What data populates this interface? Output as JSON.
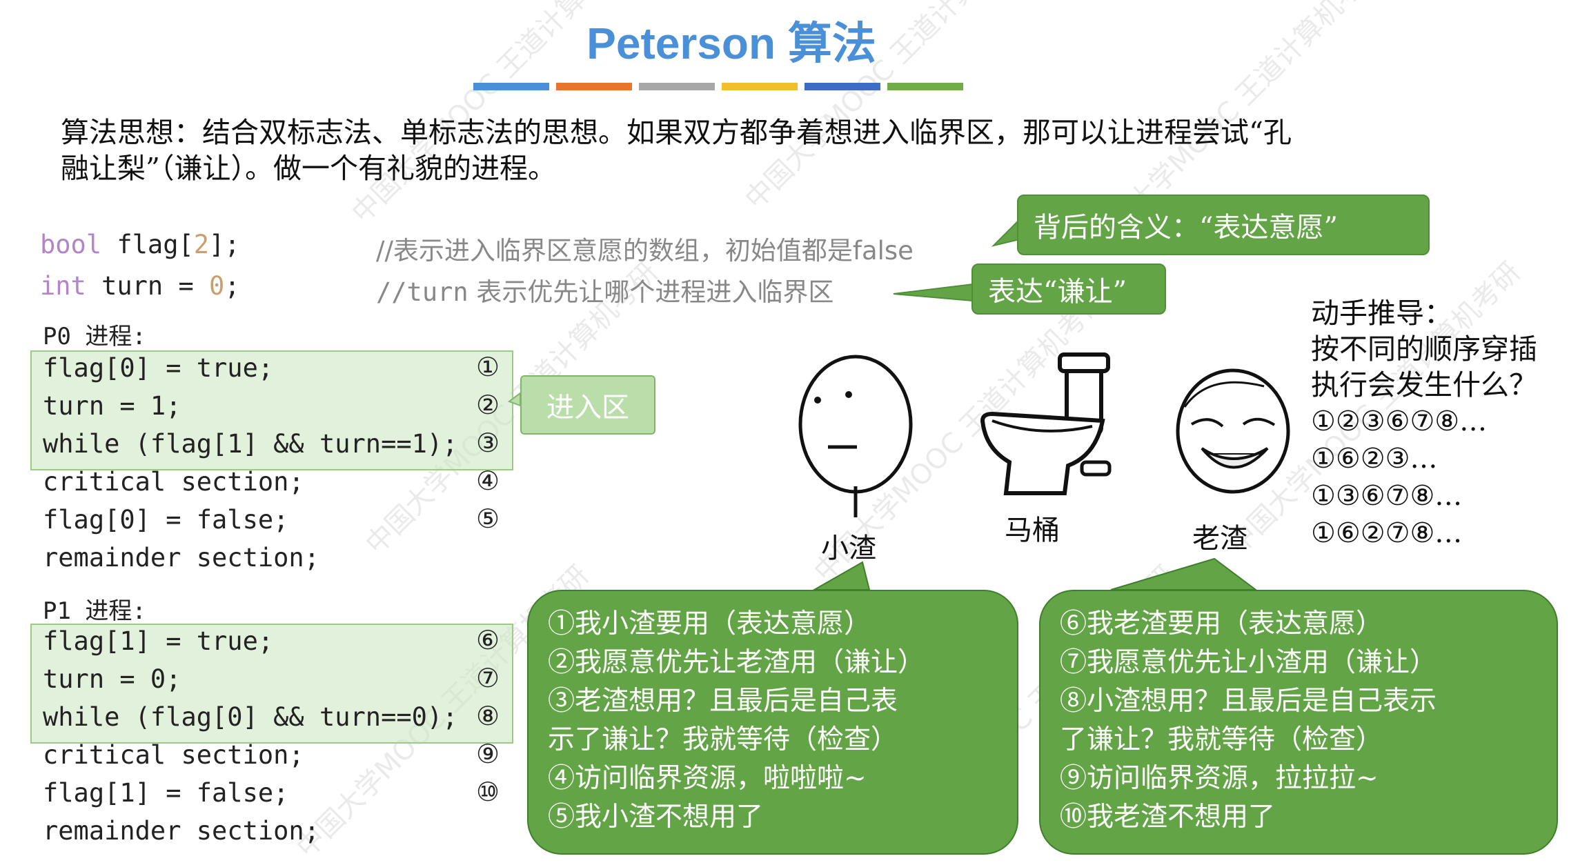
{
  "title": "Peterson 算法",
  "title_bar_colors": [
    "#4a90d9",
    "#e9742c",
    "#a7a7a7",
    "#f2bf2a",
    "#3d6cc4",
    "#70ad47"
  ],
  "intro": {
    "line1": "算法思想：结合双标志法、单标志法的思想。如果双方都争着想进入临界区，那可以让进程尝试“孔",
    "line2": "融让梨”（谦让）。做一个有礼貌的进程。"
  },
  "code": {
    "decl1": {
      "type": "bool",
      "rest": " flag[",
      "num": "2",
      "end": "];",
      "comment": "//表示进入临界区意愿的数组，初始值都是false"
    },
    "decl2": {
      "type": "int",
      "rest": " turn = ",
      "num": "0",
      "end": ";",
      "comment_prefix": "//turn",
      "comment": " 表示优先让哪个进程进入临界区"
    },
    "p0_label": "P0 进程:",
    "p1_label": "P1 进程:",
    "p0": [
      {
        "text": "flag[0] = true;",
        "marker": "①"
      },
      {
        "text": "turn = 1;",
        "marker": "②"
      },
      {
        "text": "while (flag[1] && turn==1);",
        "marker": "③"
      },
      {
        "text": "critical section;",
        "marker": "④"
      },
      {
        "text": "flag[0] = false;",
        "marker": "⑤"
      },
      {
        "text": "remainder section;",
        "marker": ""
      }
    ],
    "p1": [
      {
        "text": "flag[1] = true;",
        "marker": "⑥"
      },
      {
        "text": "turn = 0;",
        "marker": "⑦"
      },
      {
        "text": "while (flag[0] && turn==0);",
        "marker": "⑧"
      },
      {
        "text": "critical section;",
        "marker": "⑨"
      },
      {
        "text": "flag[1] = false;",
        "marker": "⑩"
      },
      {
        "text": "remainder section;",
        "marker": ""
      }
    ]
  },
  "callouts": {
    "meaning": "背后的含义：“表达意愿”",
    "yield": "表达“谦让”",
    "entry": "进入区"
  },
  "characters": {
    "left": "小渣",
    "middle": "马桶",
    "right": "老渣"
  },
  "derive": {
    "line1": "动手推导：",
    "line2": "按不同的顺序穿插",
    "line3": "执行会发生什么？",
    "sequences": [
      "①②③⑥⑦⑧…",
      "①⑥②③…",
      "①③⑥⑦⑧…",
      "①⑥②⑦⑧…"
    ]
  },
  "bubble_left": [
    "①我小渣要用（表达意愿）",
    "②我愿意优先让老渣用（谦让）",
    "③老渣想用？且最后是自己表",
    "示了谦让？我就等待（检查）",
    "④访问临界资源，啦啦啦~",
    "⑤我小渣不想用了"
  ],
  "bubble_right": [
    "⑥我老渣要用（表达意愿）",
    "⑦我愿意优先让小渣用（谦让）",
    "⑧小渣想用？且最后是自己表示",
    "了谦让？我就等待（检查）",
    "⑨访问临界资源，拉拉拉~",
    "⑩我老渣不想用了"
  ],
  "watermark": "中国大学MOOC 王道计算机考研"
}
